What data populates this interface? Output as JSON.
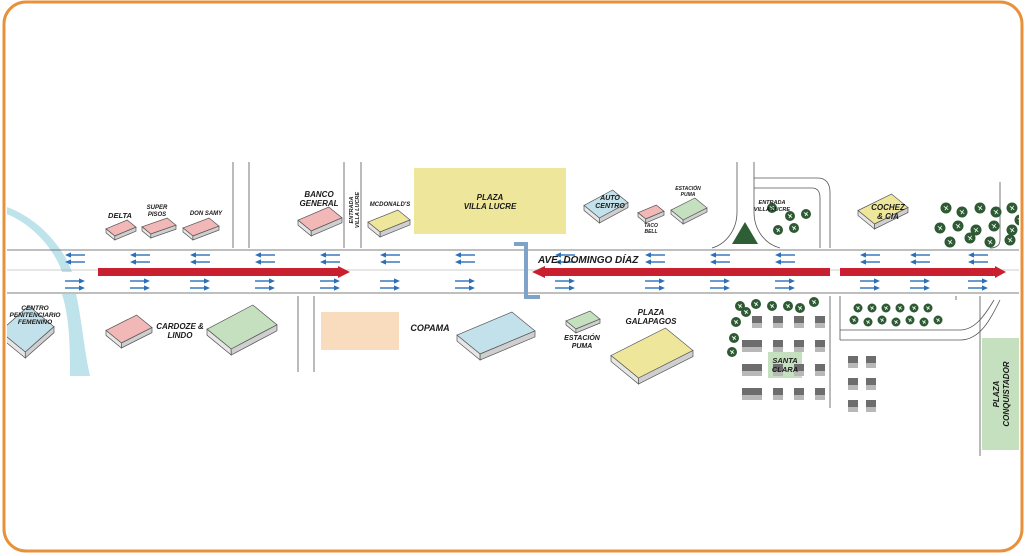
{
  "frame": {
    "border_color": "#e8913a"
  },
  "street": {
    "name": "AVE. DOMINGO DÍAZ"
  },
  "entrance_labels": {
    "left_line1": "ENTRADA",
    "left_line2": "VILLA LUCRE",
    "right_line1": "ENTRADA",
    "right_line2": "VILLA LUCRE"
  },
  "places": {
    "delta": "DELTA",
    "super_pisos_1": "SUPER",
    "super_pisos_2": "PISOS",
    "don_samy": "DON SAMY",
    "banco_1": "BANCO",
    "banco_2": "GENERAL",
    "mcdonalds": "MCDONALD'S",
    "plaza_villa_lucre_1": "PLAZA",
    "plaza_villa_lucre_2": "VILLA LUCRE",
    "auto_centro_1": "AUTO",
    "auto_centro_2": "CENTRO",
    "taco_bell_1": "TACO",
    "taco_bell_2": "BELL",
    "estacion_puma_top_1": "ESTACIÓN",
    "estacion_puma_top_2": "PUMA",
    "cochez_1": "COCHEZ",
    "cochez_2": "& CIA",
    "centro_pen_1": "CENTRO",
    "centro_pen_2": "PENITENCIARIO",
    "centro_pen_3": "FEMENINO",
    "cardoze_1": "CARDOZE &",
    "cardoze_2": "LINDO",
    "copama": "COPAMA",
    "estacion_puma_bottom_1": "ESTACIÓN",
    "estacion_puma_bottom_2": "PUMA",
    "plaza_galapagos_1": "PLAZA",
    "plaza_galapagos_2": "GALAPAGOS",
    "santa_clara_1": "SANTA",
    "santa_clara_2": "CLARA",
    "plaza_conquistador_1": "PLAZA",
    "plaza_conquistador_2": "CONQUISTADOR"
  },
  "colors": {
    "road_red": "#c8202f",
    "arrow_blue": "#2c6fb6",
    "bracket_blue": "#7fa3c8",
    "river": "#bfe3ea",
    "pink": "#f2b7b7",
    "green": "#c5e0bf",
    "yellow": "#eee79b",
    "blue": "#c3e1ea",
    "tree": "#2d5a33"
  }
}
